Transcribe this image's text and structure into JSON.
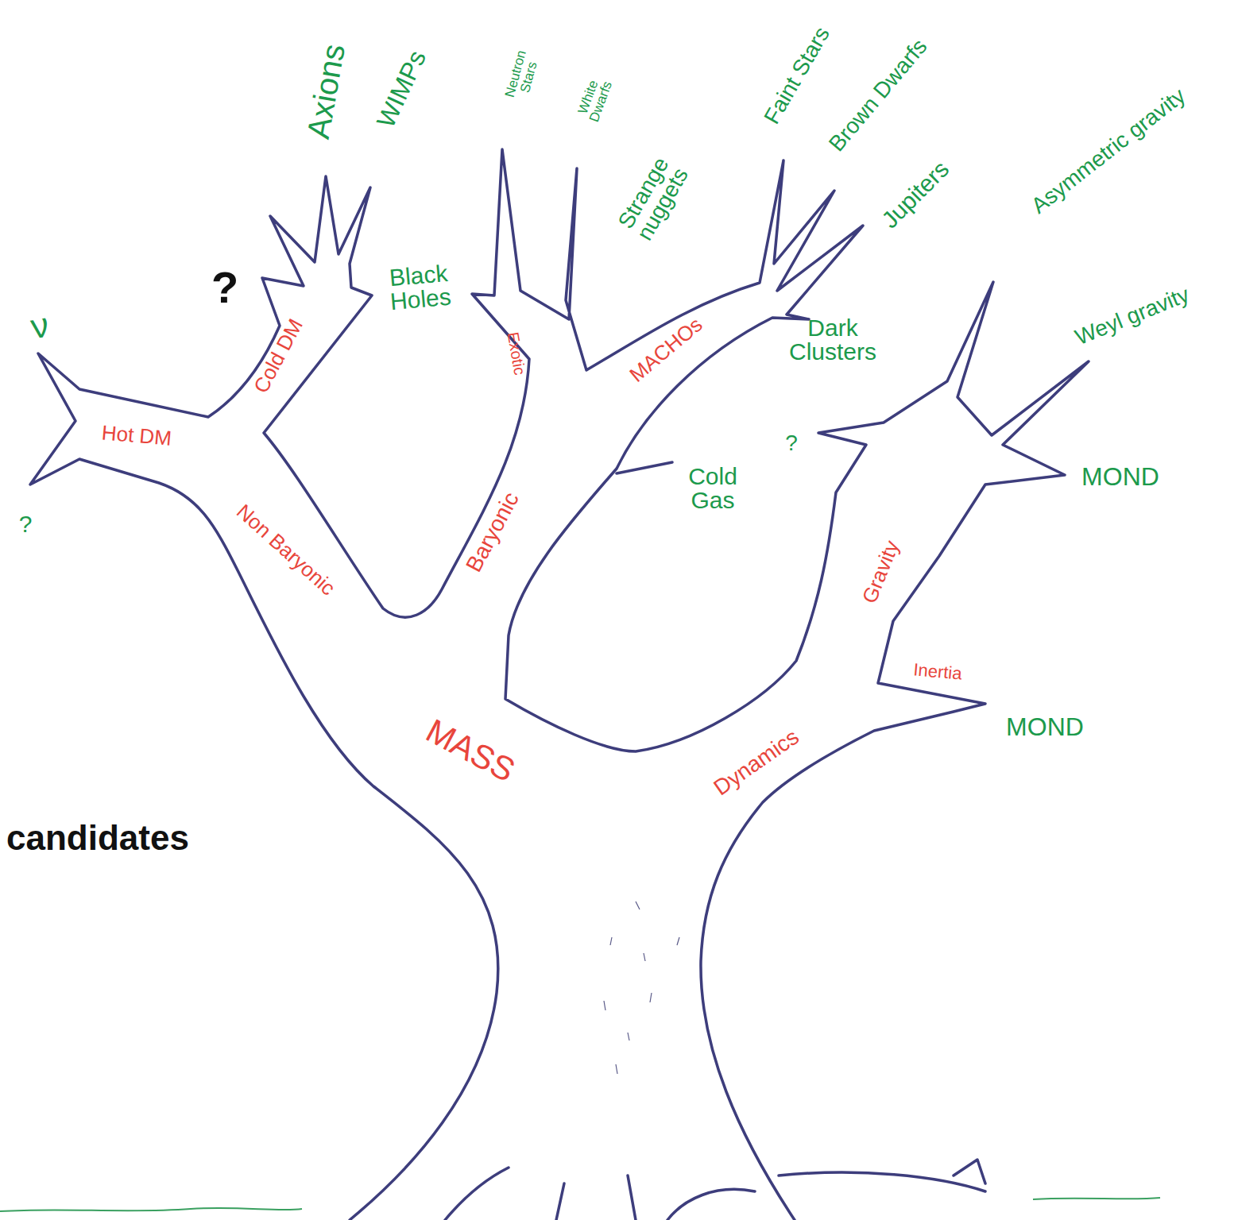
{
  "diagram": {
    "labels": [
      "Axions",
      "WIMPs",
      "Neutron Stars",
      "White Dwarfs",
      "Strange nuggets",
      "Faint Stars",
      "Brown Dwarfs",
      "Jupiters",
      "Asymmetric gravity",
      "Weyl gravity",
      "MOND",
      "Black Holes",
      "Dark Clusters",
      "Cold Gas",
      "?",
      "ν",
      "?",
      "?",
      "Hot DM",
      "Cold DM",
      "Exotic",
      "MACHOs",
      "Non Baryonic",
      "Baryonic",
      "Gravity",
      "Inertia",
      "MASS",
      "Dynamics",
      "MOND",
      "candidates"
    ]
  }
}
